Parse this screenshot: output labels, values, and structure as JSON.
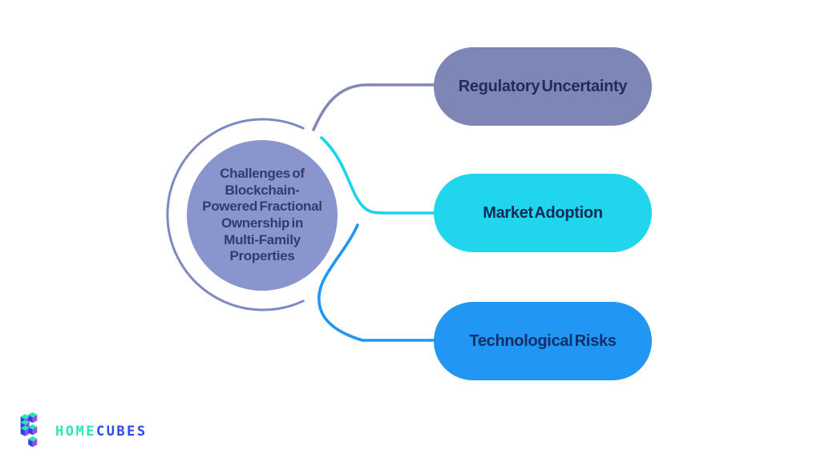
{
  "figure": {
    "background": "#ffffff",
    "center": {
      "label": "Challenges of\nBlockchain-\nPowered Fractional\nOwnership in\nMulti-Family\nProperties",
      "fill": "#8B95CD",
      "ring_color": "#7E88C5",
      "text_color": "#2F3D6E"
    },
    "branches": [
      {
        "label": "Regulatory Uncertainty",
        "fill": "#7D86B4",
        "text_color": "#202C60",
        "connector_color": "#8289B6"
      },
      {
        "label": "Market Adoption",
        "fill": "#20D5EC",
        "text_color": "#0E2C55",
        "connector_color": "#19D4EE"
      },
      {
        "label": "Technological Risks",
        "fill": "#2196F3",
        "text_color": "#142E68",
        "connector_color": "#2196F3"
      }
    ]
  },
  "logo": {
    "word_part1": "HOME",
    "word_part2": "CUBES",
    "part1_color": "#2EE5B4",
    "part2_color": "#2B49EE",
    "icon": {
      "top_color": "#2BE3B6",
      "front_color": "#2B41F0",
      "side_color": "#9B4BF0"
    }
  }
}
